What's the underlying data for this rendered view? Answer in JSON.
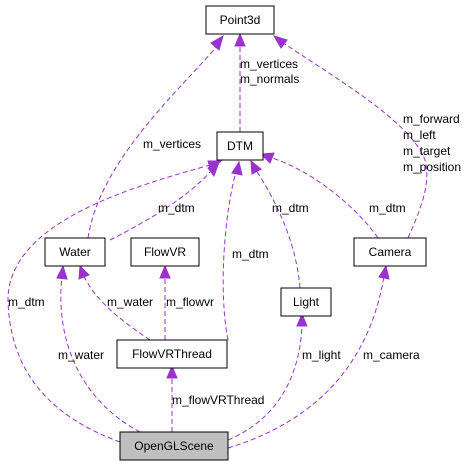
{
  "nodes": {
    "point3d": "Point3d",
    "dtm": "DTM",
    "water": "Water",
    "flowvr": "FlowVR",
    "camera": "Camera",
    "light": "Light",
    "flowvrthread": "FlowVRThread",
    "openglscene": "OpenGLScene"
  },
  "edges": {
    "dtm_point3d": [
      "m_vertices",
      "m_normals"
    ],
    "water_point3d": [
      "m_vertices"
    ],
    "camera_point3d": [
      "m_forward",
      "m_left",
      "m_target",
      "m_position"
    ],
    "water_dtm": [
      "m_dtm"
    ],
    "camera_dtm": [
      "m_dtm"
    ],
    "light_dtm": [
      "m_dtm"
    ],
    "flowvrthread_dtm": [
      "m_dtm"
    ],
    "openglscene_dtm": [
      "m_dtm"
    ],
    "flowvrthread_water": [
      "m_water"
    ],
    "flowvrthread_flowvr": [
      "m_flowvr"
    ],
    "openglscene_water": [
      "m_water"
    ],
    "openglscene_flowvrthread": [
      "m_flowVRThread"
    ],
    "openglscene_light": [
      "m_light"
    ],
    "openglscene_camera": [
      "m_camera"
    ]
  },
  "colors": {
    "edge": "#9a32cd",
    "root_fill": "#bfbfbf",
    "node_fill": "#ffffff"
  }
}
